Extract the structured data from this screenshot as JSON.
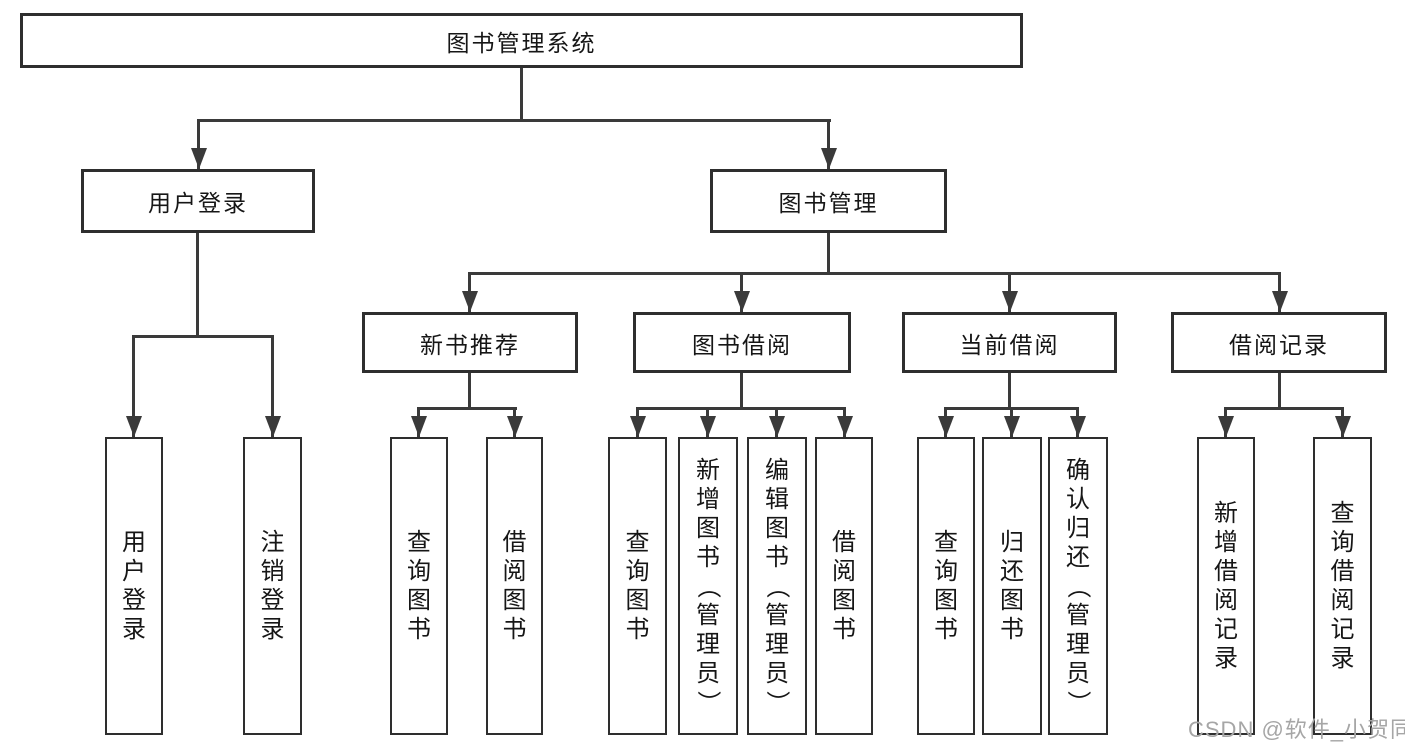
{
  "diagram_type": "hierarchy-tree",
  "tree": {
    "label": "图书管理系统",
    "children": [
      {
        "label": "用户登录",
        "children": [
          {
            "label": "用户登录"
          },
          {
            "label": "注销登录"
          }
        ]
      },
      {
        "label": "图书管理",
        "children": [
          {
            "label": "新书推荐",
            "children": [
              {
                "label": "查询图书"
              },
              {
                "label": "借阅图书"
              }
            ]
          },
          {
            "label": "图书借阅",
            "children": [
              {
                "label": "查询图书"
              },
              {
                "label": "新增图书（管理员）"
              },
              {
                "label": "编辑图书（管理员）"
              },
              {
                "label": "借阅图书"
              }
            ]
          },
          {
            "label": "当前借阅",
            "children": [
              {
                "label": "查询图书"
              },
              {
                "label": "归还图书"
              },
              {
                "label": "确认归还（管理员）"
              }
            ]
          },
          {
            "label": "借阅记录",
            "children": [
              {
                "label": "新增借阅记录"
              },
              {
                "label": "查询借阅记录"
              }
            ]
          }
        ]
      }
    ]
  },
  "watermark": {
    "label": "CSDN @软件_小贺同学"
  },
  "colors": {
    "line": "#3a3a3a",
    "box_border": "#2e2e2e",
    "text": "#161616",
    "background": "#ffffff",
    "watermark": "#a6a6a6"
  }
}
